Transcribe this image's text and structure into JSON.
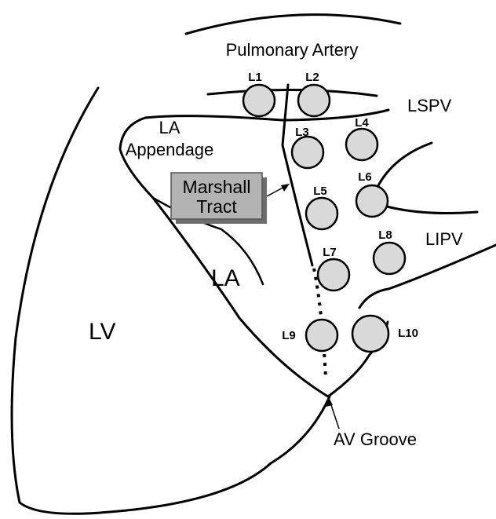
{
  "labels": {
    "pulmonary_artery": "Pulmonary Artery",
    "la_appendage_line1": "LA",
    "la_appendage_line2": "Appendage",
    "lspv": "LSPV",
    "lipv": "LIPV",
    "la": "LA",
    "lv": "LV",
    "av_groove": "AV Groove",
    "marshall_line1": "Marshall",
    "marshall_line2": "Tract"
  },
  "electrodes": [
    "L1",
    "L2",
    "L3",
    "L4",
    "L5",
    "L6",
    "L7",
    "L8",
    "L9",
    "L10"
  ]
}
